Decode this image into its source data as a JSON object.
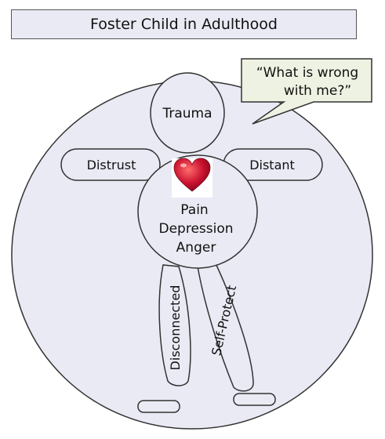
{
  "title": "Foster Child in Adulthood",
  "colors": {
    "body_fill": "#e9eaf4",
    "outline": "#333333",
    "speech_fill": "#eef2e2",
    "heart": "#c8102e"
  },
  "speech": {
    "line1": "“What is wrong",
    "line2": "with me?”"
  },
  "head_label": "Trauma",
  "left_arm_label": "Distrust",
  "right_arm_label": "Distant",
  "torso": {
    "icon": "heart-icon",
    "line1": "Pain",
    "line2": "Depression",
    "line3": "Anger"
  },
  "left_leg_label": "Disconnected",
  "right_leg_label": "Self-Protect"
}
